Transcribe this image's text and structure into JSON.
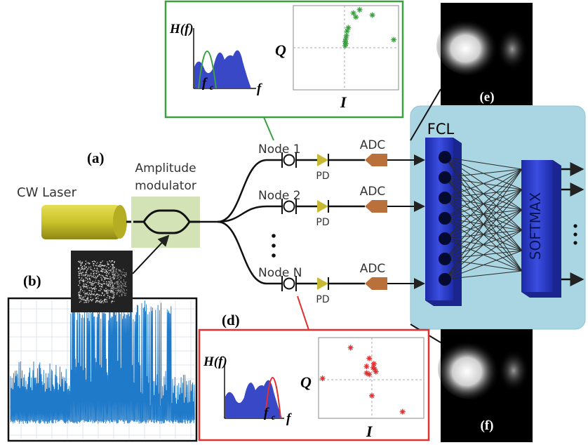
{
  "panel_labels": {
    "a": "(a)",
    "b": "(b)",
    "d": "(d)",
    "e": "(e)",
    "f": "(f)"
  },
  "source": {
    "laser": "CW Laser",
    "modulator_line1": "Amplitude",
    "modulator_line2": "modulator"
  },
  "nodes": [
    {
      "name": "Node 1",
      "pd": "PD",
      "adc": "ADC"
    },
    {
      "name": "Node 2",
      "pd": "PD",
      "adc": "ADC"
    },
    {
      "name": "Node N",
      "pd": "PD",
      "adc": "ADC"
    }
  ],
  "nn": {
    "fcl": "FCL",
    "softmax": "SOFTMAX"
  },
  "inset_top": {
    "hf": "H(f)",
    "fc": "f",
    "fc_sub": "c",
    "f_axis": "f",
    "q": "Q",
    "i": "I",
    "accent": "#3aa040",
    "points": [
      [
        0.9,
        4.6
      ],
      [
        0.7,
        5.2
      ],
      [
        1.2,
        5.7
      ],
      [
        2.2,
        4.9
      ],
      [
        3.9,
        1.2
      ],
      [
        0.3,
        3.0
      ],
      [
        0.2,
        2.5
      ],
      [
        0.15,
        1.8
      ],
      [
        0.1,
        1.3
      ],
      [
        0.05,
        0.9
      ],
      [
        0.1,
        0.6
      ],
      [
        0.05,
        0.3
      ]
    ]
  },
  "inset_bottom": {
    "hf": "H(f)",
    "fc": "f",
    "fc_sub": "c",
    "f_axis": "f",
    "q": "Q",
    "i": "I",
    "accent": "#e03030",
    "points": [
      [
        -1.6,
        2.4
      ],
      [
        -0.2,
        1.6
      ],
      [
        -0.4,
        1.0
      ],
      [
        0.1,
        0.9
      ],
      [
        -0.2,
        0.4
      ],
      [
        0.2,
        0.8
      ],
      [
        -0.4,
        0.5
      ],
      [
        0.3,
        0.6
      ],
      [
        -3.7,
        0.1
      ],
      [
        0.0,
        -1.2
      ],
      [
        2.3,
        -2.4
      ],
      [
        0.15,
        1.2
      ]
    ]
  },
  "colors": {
    "nn_panel": "#a9d6e2",
    "fcl": "#2d3fc8",
    "laser": "#c9c22a",
    "modulator_box": "#d3e3b6",
    "adc": "#b9703a",
    "pd": "#c8b935",
    "signal": "#1f7ac9",
    "spectrum": "#3848c7"
  }
}
